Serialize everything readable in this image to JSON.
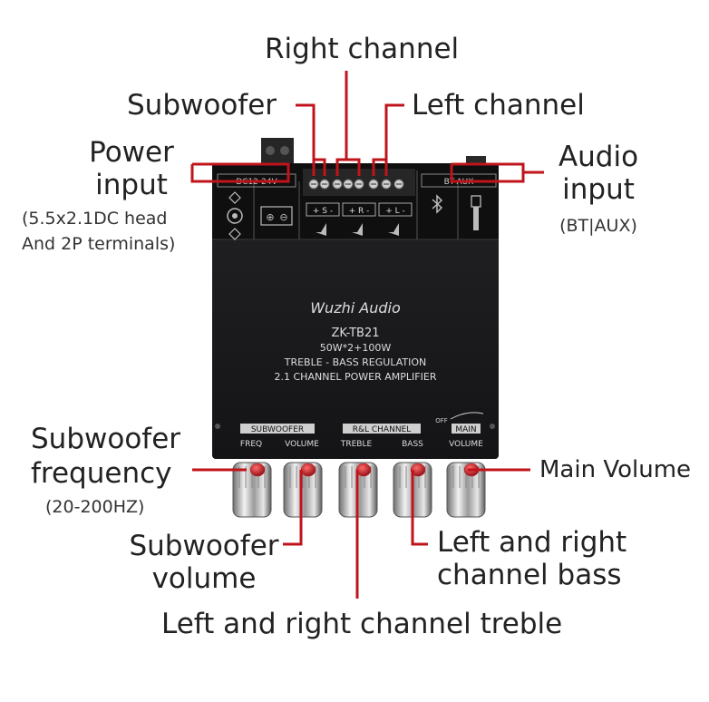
{
  "board": {
    "brand": "Wuzhi Audio",
    "model": "ZK-TB21",
    "power_rating": "50W*2+100W",
    "regulation": "TREBLE - BASS REGULATION",
    "description": "2.1 CHANNEL POWER AMPLIFIER",
    "power_label": "DC12-24V",
    "input_label": "BT-AUX",
    "sub_terminal": "+ S -",
    "right_terminal": "+ R -",
    "left_terminal": "+ L -",
    "group_sub": "SUBWOOFER",
    "group_rl": "R&L CHANNEL",
    "group_main": "MAIN",
    "knob_freq": "FREQ",
    "knob_sub_volume": "VOLUME",
    "knob_treble": "TREBLE",
    "knob_bass": "BASS",
    "knob_main_volume": "VOLUME",
    "off_label": "OFF"
  },
  "callouts": {
    "right_channel": "Right channel",
    "subwoofer": "Subwoofer",
    "left_channel": "Left channel",
    "power_input_1": "Power",
    "power_input_2": "input",
    "power_input_note_1": "(5.5x2.1DC head",
    "power_input_note_2": "And 2P terminals)",
    "audio_input_1": "Audio",
    "audio_input_2": "input",
    "audio_input_note": "(BT|AUX)",
    "sub_freq_1": "Subwoofer",
    "sub_freq_2": "frequency",
    "sub_freq_note": "(20-200HZ)",
    "main_volume": "Main Volume",
    "sub_volume_1": "Subwoofer",
    "sub_volume_2": "volume",
    "lr_bass_1": "Left and right",
    "lr_bass_2": "channel bass",
    "lr_treble": "Left and right channel treble"
  },
  "colors": {
    "leader": "#c0141b",
    "board": "#1a1a1c",
    "board_print": "#d8d8d8",
    "knob_cap": "#c4141c"
  }
}
